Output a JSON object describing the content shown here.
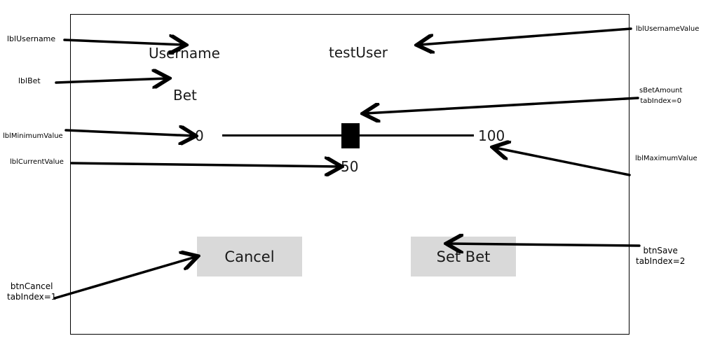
{
  "ui": {
    "username_label": "Username",
    "username_value": "testUser",
    "bet_label": "Bet",
    "min_value": "0",
    "max_value": "100",
    "current_value": "50",
    "cancel_label": "Cancel",
    "save_label": "Set Bet"
  },
  "slider": {
    "min": 0,
    "max": 100,
    "value": 50
  },
  "annotations": {
    "lblUsername": "lblUsername",
    "lblBet": "lblBet",
    "lblMinimumValue": "lblMinimumValue",
    "lblCurrentValue": "lblCurrentValue",
    "lblUsernameValue": "lblUsernameValue",
    "sBetAmount": "sBetAmount",
    "sBetAmount_tab": "tabIndex=0",
    "lblMaximumValue": "lblMaximumValue",
    "btnSave": "btnSave",
    "btnSave_tab": "tabIndex=2",
    "btnCancel": "btnCancel",
    "btnCancel_tab": "tabIndex=1"
  }
}
